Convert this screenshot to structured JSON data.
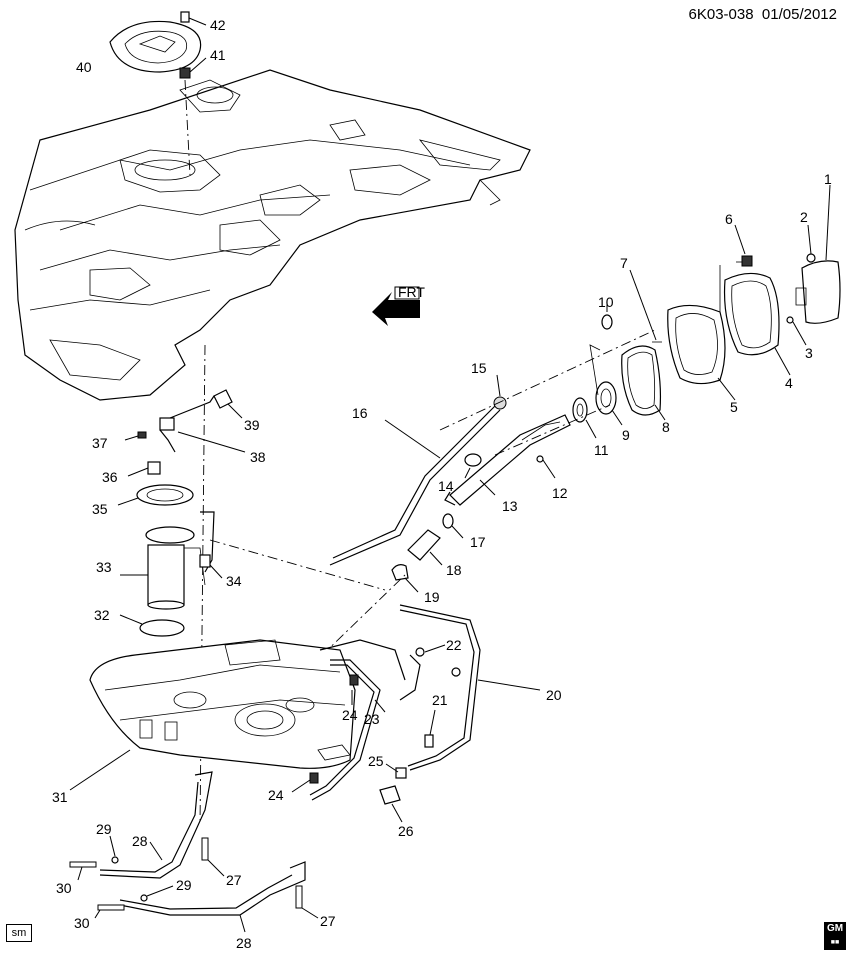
{
  "header": {
    "code": "6K03-038",
    "date": "01/05/2012"
  },
  "footer": {
    "tag": "sm",
    "logo": "GM"
  },
  "arrow": {
    "label": "FRT"
  },
  "callouts": [
    "1",
    "2",
    "3",
    "4",
    "5",
    "6",
    "7",
    "8",
    "9",
    "10",
    "11",
    "12",
    "13",
    "14",
    "15",
    "16",
    "17",
    "18",
    "19",
    "20",
    "21",
    "22",
    "23",
    "24",
    "24",
    "25",
    "26",
    "27",
    "27",
    "28",
    "28",
    "29",
    "29",
    "30",
    "30",
    "31",
    "32",
    "33",
    "34",
    "35",
    "36",
    "37",
    "38",
    "39",
    "40",
    "41",
    "42"
  ]
}
